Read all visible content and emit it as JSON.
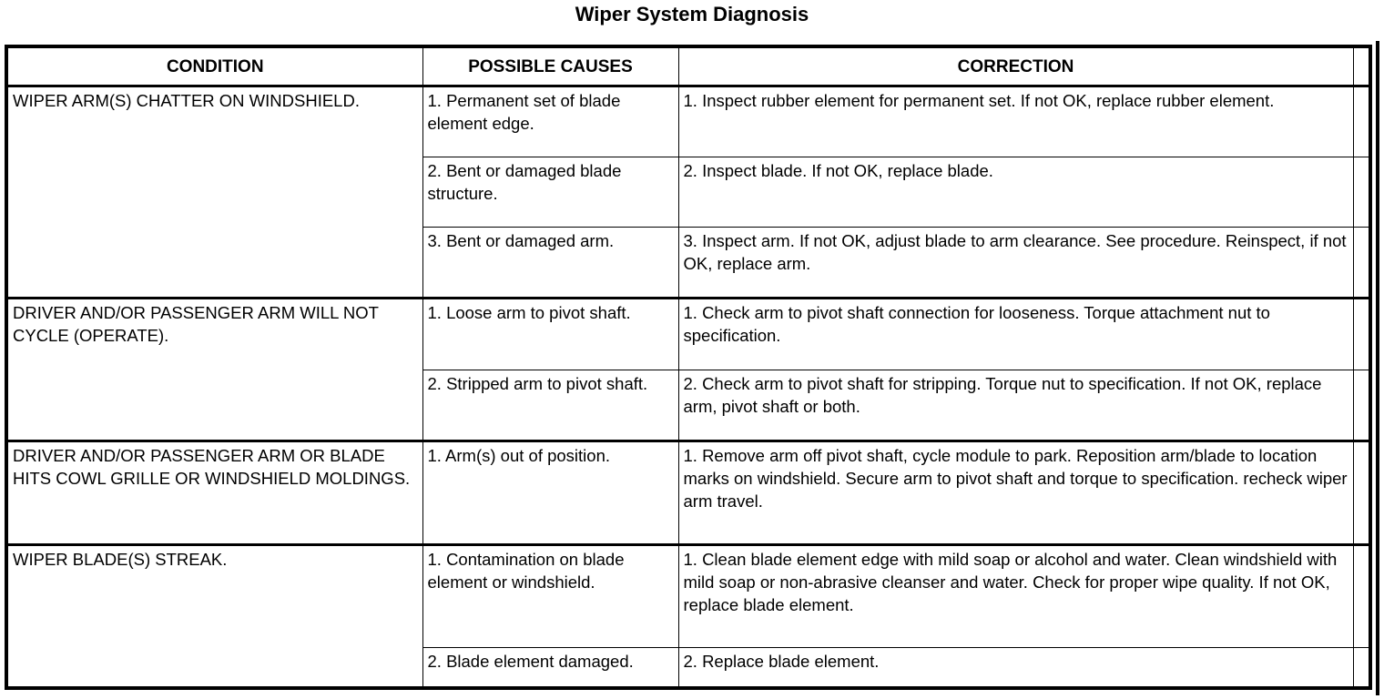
{
  "page_title": "Wiper System Diagnosis",
  "table": {
    "columns": [
      "CONDITION",
      "POSSIBLE CAUSES",
      "CORRECTION",
      ""
    ],
    "groups": [
      {
        "condition": "WIPER ARM(S) CHATTER ON WINDSHIELD.",
        "rows": [
          {
            "cause": "1. Permanent set of blade element edge.",
            "correction": "1. Inspect rubber element for permanent set. If not OK, replace rubber element."
          },
          {
            "cause": "2. Bent or damaged blade structure.",
            "correction": "2. Inspect blade. If not OK, replace blade."
          },
          {
            "cause": "3. Bent or damaged arm.",
            "correction": "3. Inspect arm. If not OK, adjust blade to arm clearance. See procedure. Reinspect, if not OK, replace arm."
          }
        ]
      },
      {
        "condition": "DRIVER AND/OR PASSENGER ARM WILL NOT CYCLE (OPERATE).",
        "rows": [
          {
            "cause": "1. Loose arm to pivot shaft.",
            "correction": "1. Check arm to pivot shaft connection for looseness. Torque attachment nut to specification."
          },
          {
            "cause": "2. Stripped arm to pivot shaft.",
            "correction": "2. Check arm to pivot shaft for stripping. Torque nut to specification. If not OK, replace arm, pivot shaft or both."
          }
        ]
      },
      {
        "condition": "DRIVER AND/OR PASSENGER ARM OR BLADE HITS COWL GRILLE OR WINDSHIELD MOLDINGS.",
        "rows": [
          {
            "cause": "1. Arm(s) out of position.",
            "correction": "1. Remove arm off pivot shaft, cycle module to park. Reposition arm/blade to location marks on windshield. Secure arm to pivot shaft and torque to specification. recheck wiper arm travel."
          }
        ]
      },
      {
        "condition": "WIPER BLADE(S) STREAK.",
        "rows": [
          {
            "cause": "1. Contamination on blade element or windshield.",
            "correction": "1. Clean blade element edge with mild soap or alcohol and water. Clean windshield with mild soap or non-abrasive cleanser and water. Check for proper wipe quality. If not OK, replace blade element."
          },
          {
            "cause": "2. Blade element damaged.",
            "correction": "2. Replace blade element."
          }
        ]
      }
    ]
  },
  "colors": {
    "border": "#000000",
    "text": "#000000",
    "background": "#ffffff"
  }
}
